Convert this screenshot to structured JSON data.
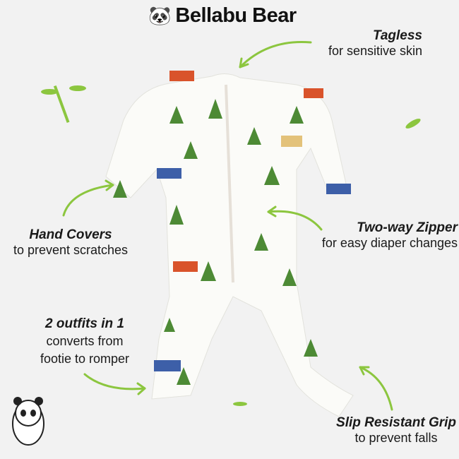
{
  "brand": {
    "name": "Bellabu Bear",
    "accent_color": "#8cc63f"
  },
  "features": [
    {
      "title": "Tagless",
      "lines": [
        "for sensitive skin"
      ]
    },
    {
      "title": "Hand Covers",
      "lines": [
        "to prevent scratches"
      ]
    },
    {
      "title": "Two-way Zipper",
      "lines": [
        "for easy diaper changes"
      ]
    },
    {
      "title": "2 outfits in 1",
      "lines": [
        "converts from",
        "footie to romper"
      ]
    },
    {
      "title": "Slip Resistant Grip",
      "lines": [
        "to prevent falls"
      ]
    }
  ]
}
